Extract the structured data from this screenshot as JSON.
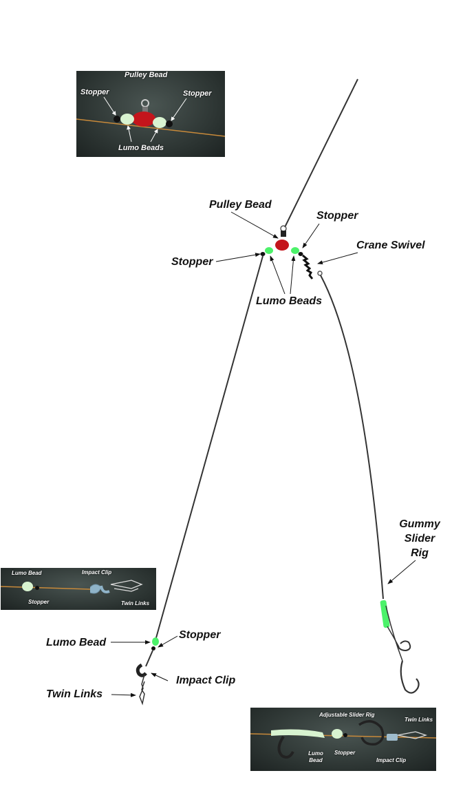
{
  "labels": {
    "pulley_bead": "Pulley Bead",
    "stopper_top_right": "Stopper",
    "crane_swivel": "Crane Swivel",
    "stopper_left": "Stopper",
    "lumo_beads": "Lumo Beads",
    "gummy_slider_rig_line1": "Gummy",
    "gummy_slider_rig_line2": "Slider",
    "gummy_slider_rig_line3": "Rig",
    "lumo_bead": "Lumo Bead",
    "stopper_bottom": "Stopper",
    "impact_clip": "Impact Clip",
    "twin_links": "Twin Links"
  },
  "photo_top": {
    "title": "Pulley Bead",
    "stopper_left": "Stopper",
    "stopper_right": "Stopper",
    "lumo_beads": "Lumo Beads"
  },
  "photo_left": {
    "lumo_bead": "Lumo Bead",
    "stopper": "Stopper",
    "impact_clip": "Impact Clip",
    "twin_links": "Twin Links"
  },
  "photo_right": {
    "adjustable_slider_rig": "Adjustable Slider Rig",
    "twin_links": "Twin Links",
    "lumo_bead_line1": "Lumo",
    "lumo_bead_line2": "Bead",
    "stopper": "Stopper",
    "impact_clip": "Impact Clip"
  },
  "colors": {
    "line": "#2a2a2a",
    "lumo_green": "#4cf26a",
    "pulley_red": "#c4151c",
    "mono_orange": "#c98a3a",
    "photo_bg": "#2e3634"
  }
}
